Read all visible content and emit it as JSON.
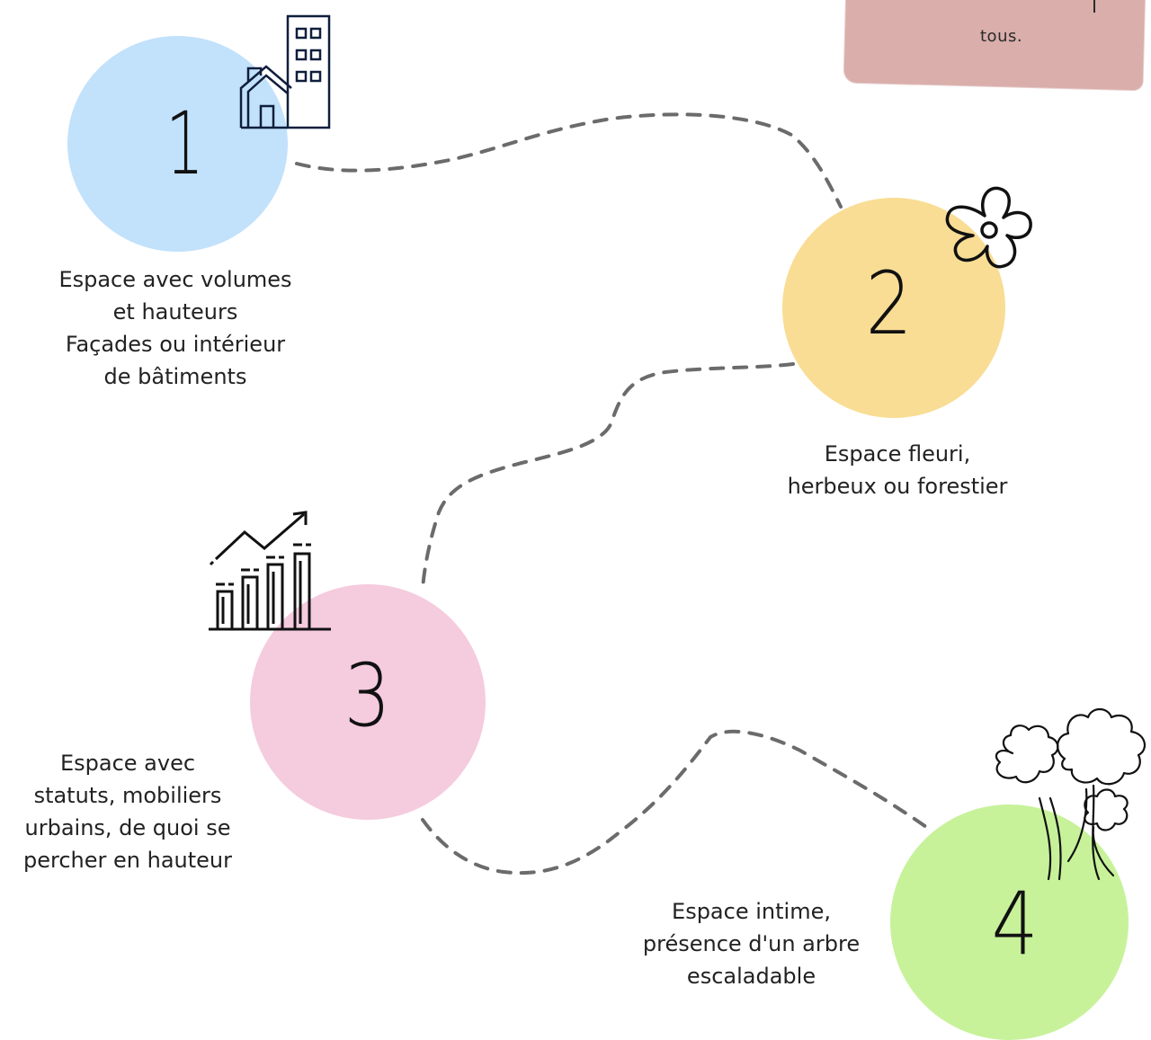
{
  "note": {
    "text": "tous."
  },
  "spaces": [
    {
      "number": "1",
      "color": "#c2e1fb",
      "lines": [
        "Espace avec volumes",
        "et hauteurs",
        "Façades ou intérieur",
        "de bâtiments"
      ],
      "icon": "buildings-icon"
    },
    {
      "number": "2",
      "color": "#f9dd94",
      "lines": [
        "Espace fleuri,",
        "herbeux ou forestier"
      ],
      "icon": "flower-icon"
    },
    {
      "number": "3",
      "color": "#f5cbde",
      "lines": [
        "Espace avec",
        "statuts, mobiliers",
        "urbains, de quoi se",
        "percher en hauteur"
      ],
      "icon": "growth-chart-icon"
    },
    {
      "number": "4",
      "color": "#c7f29a",
      "lines": [
        "Espace intime,",
        "présence d'un arbre",
        "escaladable"
      ],
      "icon": "trees-icon"
    }
  ]
}
